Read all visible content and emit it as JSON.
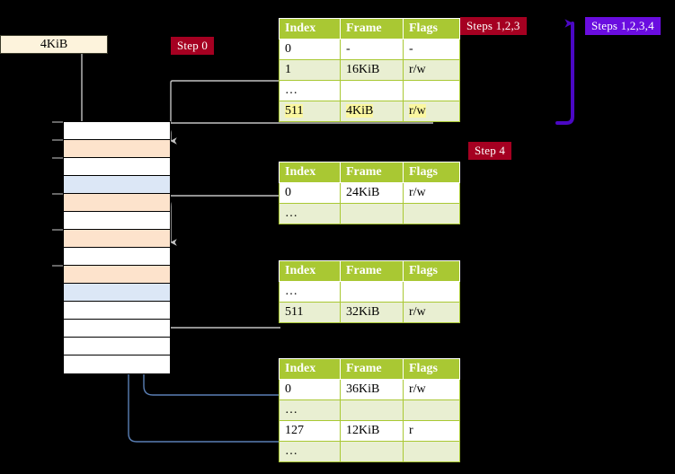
{
  "diagram": {
    "title": "multi-level-page-table-walk",
    "background": "#000000",
    "accent_green": "#a9c833",
    "accent_red": "#a50021",
    "accent_purple": "#6a0de0",
    "arrow_gray": "#b8b8b8",
    "arrow_blue": "#4a6fa5"
  },
  "memory": {
    "size_label": "4KiB",
    "rows": [
      {
        "fill": "white"
      },
      {
        "fill": "orange"
      },
      {
        "fill": "white"
      },
      {
        "fill": "blue"
      },
      {
        "fill": "orange"
      },
      {
        "fill": "white"
      },
      {
        "fill": "orange"
      },
      {
        "fill": "white"
      },
      {
        "fill": "orange"
      },
      {
        "fill": "blue"
      },
      {
        "fill": "white"
      },
      {
        "fill": "white"
      },
      {
        "fill": "white"
      },
      {
        "fill": "white"
      }
    ]
  },
  "badges": {
    "step0": "Step 0",
    "steps123": "Steps 1,2,3",
    "steps1234": "Steps 1,2,3,4",
    "step4": "Step 4"
  },
  "tables": [
    {
      "name": "level-4-table",
      "headers": [
        "Index",
        "Frame",
        "Flags"
      ],
      "rows": [
        {
          "index": "0",
          "frame": "-",
          "flags": "-",
          "alt": false,
          "highlight": false
        },
        {
          "index": "1",
          "frame": "16KiB",
          "flags": "r/w",
          "alt": true,
          "highlight": false
        },
        {
          "index": "…",
          "frame": "",
          "flags": "",
          "alt": false,
          "highlight": false
        },
        {
          "index": "511",
          "frame": "4KiB",
          "flags": "r/w",
          "alt": true,
          "highlight": true
        }
      ]
    },
    {
      "name": "level-3-table",
      "headers": [
        "Index",
        "Frame",
        "Flags"
      ],
      "rows": [
        {
          "index": "0",
          "frame": "24KiB",
          "flags": "r/w",
          "alt": false,
          "highlight": false
        },
        {
          "index": "…",
          "frame": "",
          "flags": "",
          "alt": true,
          "highlight": false
        }
      ]
    },
    {
      "name": "level-2-table",
      "headers": [
        "Index",
        "Frame",
        "Flags"
      ],
      "rows": [
        {
          "index": "…",
          "frame": "",
          "flags": "",
          "alt": false,
          "highlight": false
        },
        {
          "index": "511",
          "frame": "32KiB",
          "flags": "r/w",
          "alt": true,
          "highlight": false
        }
      ]
    },
    {
      "name": "level-1-table",
      "headers": [
        "Index",
        "Frame",
        "Flags"
      ],
      "rows": [
        {
          "index": "0",
          "frame": "36KiB",
          "flags": "r/w",
          "alt": false,
          "highlight": false
        },
        {
          "index": "…",
          "frame": "",
          "flags": "",
          "alt": true,
          "highlight": false
        },
        {
          "index": "127",
          "frame": "12KiB",
          "flags": "r",
          "alt": false,
          "highlight": false
        },
        {
          "index": "…",
          "frame": "",
          "flags": "",
          "alt": true,
          "highlight": false
        }
      ]
    }
  ]
}
